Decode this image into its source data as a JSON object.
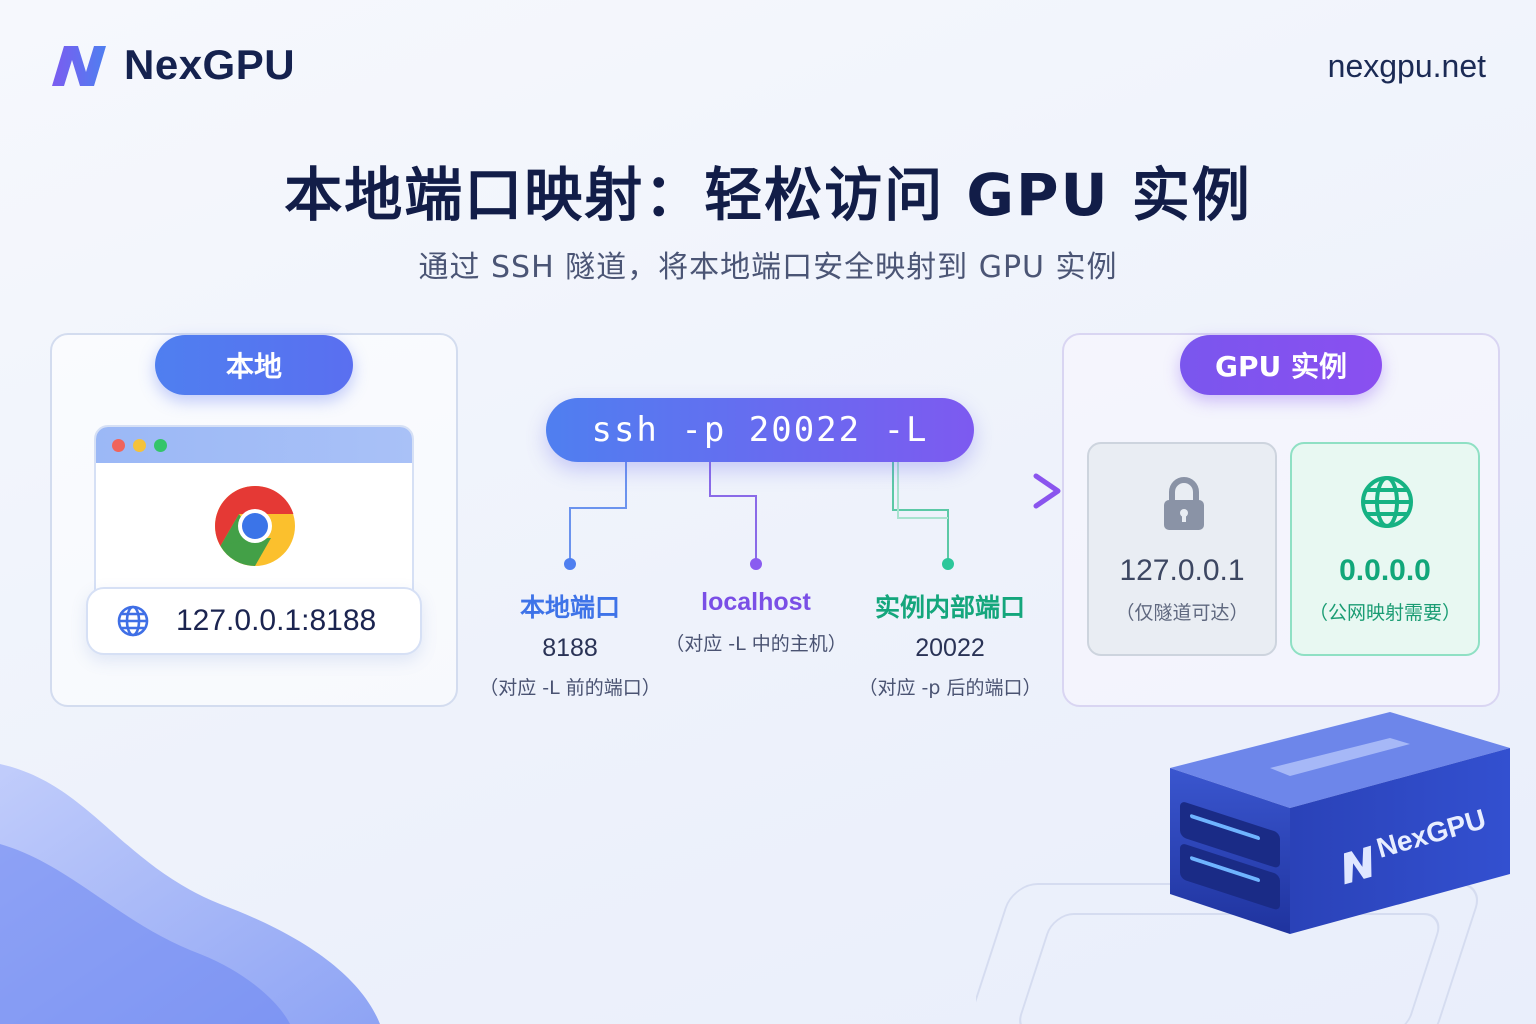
{
  "brand": {
    "name": "NexGPU",
    "site": "nexgpu.net",
    "logo_icon": "n-logo-icon"
  },
  "title": "本地端口映射：轻松访问 GPU 实例",
  "subtitle": "通过 SSH 隧道，将本地端口安全映射到 GPU 实例",
  "local": {
    "label": "本地",
    "address": "127.0.0.1:8188",
    "browser_icon": "chrome-icon",
    "address_icon": "globe-icon"
  },
  "command": "ssh -p 20022 -L",
  "labels": [
    {
      "head": "本地端口",
      "value": "8188",
      "note": "（对应 -L 前的端口）",
      "color": "#3e73e8"
    },
    {
      "head": "localhost",
      "value": "",
      "note": "（对应 -L 中的主机）",
      "color": "#7a4fe6"
    },
    {
      "head": "实例内部端口",
      "value": "20022",
      "note": "（对应 -p 后的端口）",
      "color": "#14a67c"
    }
  ],
  "gpu": {
    "label": "GPU 实例",
    "cards": [
      {
        "ip": "127.0.0.1",
        "note": "（仅隧道可达）",
        "icon": "lock-icon"
      },
      {
        "ip": "0.0.0.0",
        "note": "（公网映射需要）",
        "icon": "globe-icon"
      }
    ],
    "server_label": "NexGPU"
  },
  "colors": {
    "blue": "#4f7ff0",
    "purple": "#7d5af0",
    "green": "#2cc79a",
    "navy": "#15224f"
  }
}
